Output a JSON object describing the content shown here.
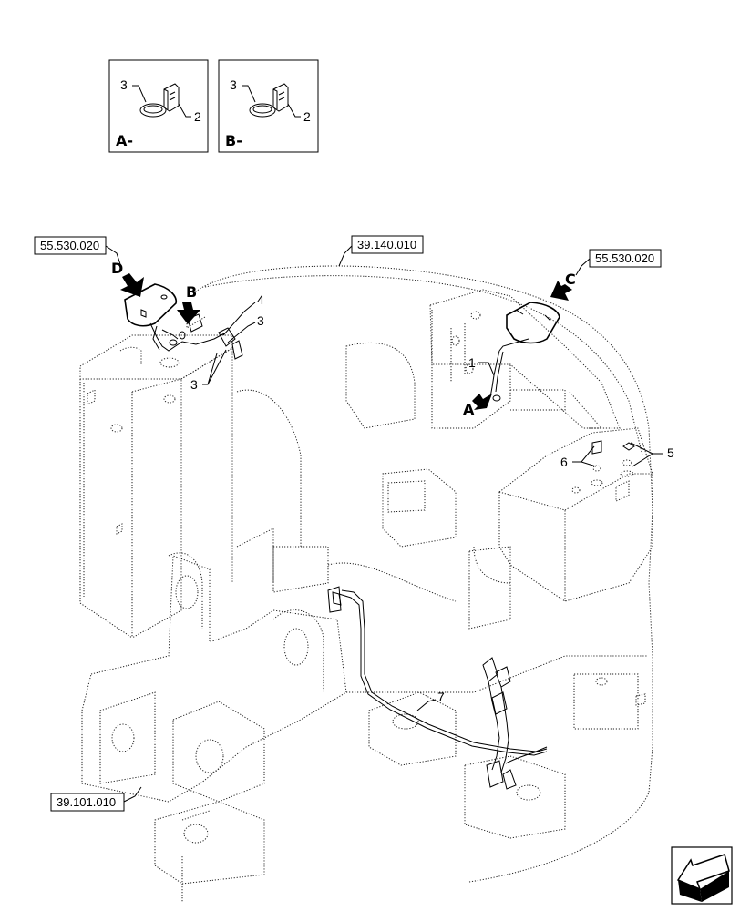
{
  "detail_views": [
    {
      "letter": "A-",
      "callouts": [
        "3",
        "2"
      ]
    },
    {
      "letter": "B-",
      "callouts": [
        "3",
        "2"
      ]
    }
  ],
  "reference_codes": {
    "top_left": "55.530.020",
    "top_center": "39.140.010",
    "top_right": "55.530.020",
    "bottom_left": "39.101.010"
  },
  "view_arrows": {
    "D": "D",
    "B": "B",
    "C": "C",
    "A": "A"
  },
  "callouts": {
    "c1": "1",
    "c3_right": "3",
    "c3_left": "3",
    "c4": "4",
    "c5": "5",
    "c6": "6",
    "c7": "7"
  },
  "icons": [
    "navigation-arrow-icon"
  ]
}
